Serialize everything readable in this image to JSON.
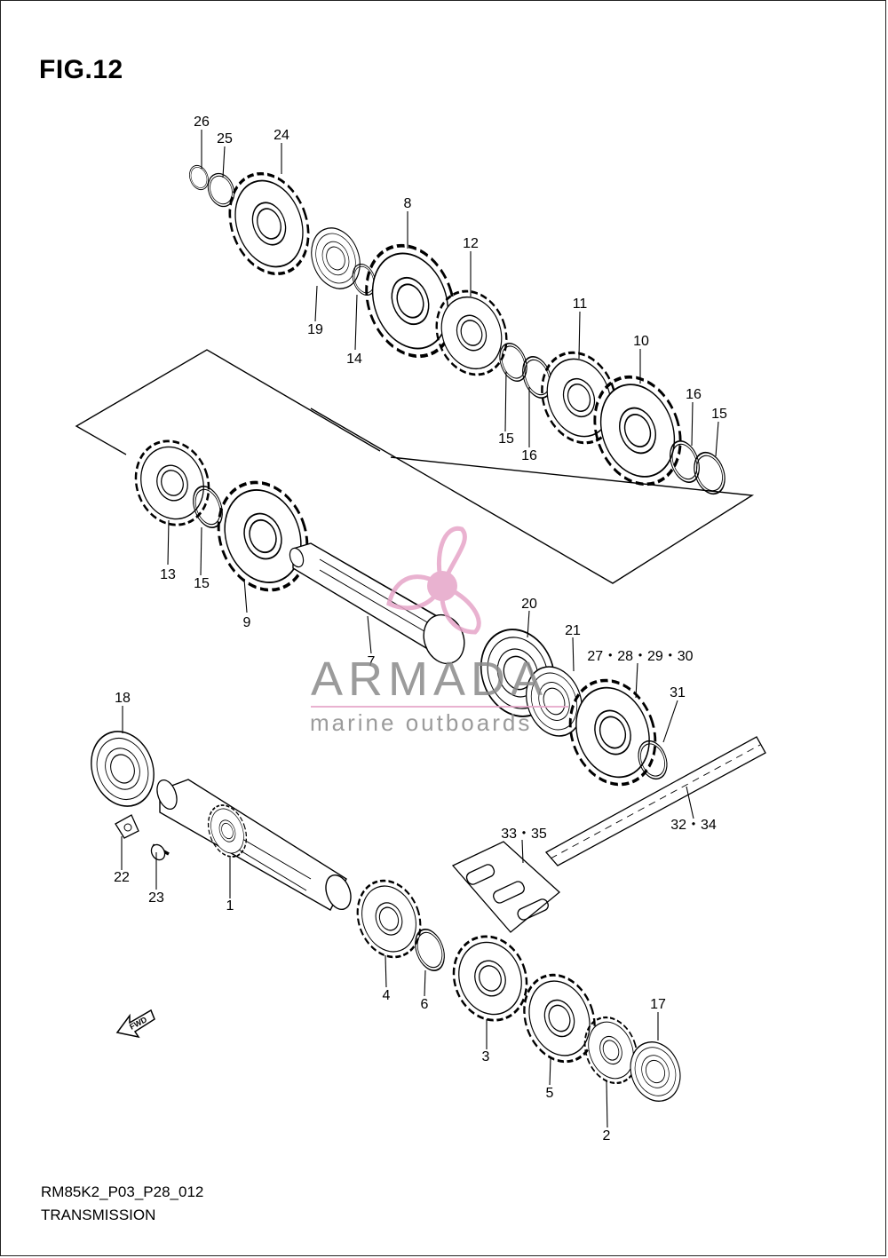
{
  "figure": {
    "title": "FIG.12"
  },
  "footer": {
    "code": "RM85K2_P03_P28_012",
    "name": "TRANSMISSION"
  },
  "watermark": {
    "brand": "ARMADA",
    "tagline": "marine outboards",
    "color": "#e6a5c8"
  },
  "direction_tag": "FWD",
  "callouts": [
    "26",
    "25",
    "24",
    "8",
    "19",
    "14",
    "12",
    "11",
    "10",
    "16",
    "15",
    "15",
    "16",
    "13",
    "15",
    "9",
    "7",
    "20",
    "21",
    "27・28・29・30",
    "31",
    "18",
    "22",
    "23",
    "1",
    "33・35",
    "32・34",
    "4",
    "6",
    "3",
    "5",
    "17",
    "2"
  ]
}
